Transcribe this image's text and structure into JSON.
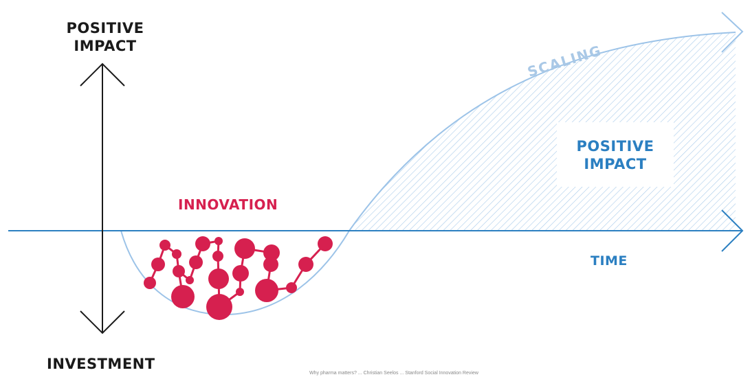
{
  "labels": {
    "positive_impact_axis": "POSITIVE IMPACT",
    "investment_axis": "INVESTMENT",
    "innovation": "INNOVATION",
    "scaling": "SCALING",
    "positive_impact_area": "POSITIVE IMPACT",
    "time_axis": "TIME"
  },
  "credit_line": "Why pharma matters? ... Christian Seelos ... Stanford Social Innovation Review",
  "colors": {
    "axis_dark": "#1a1a1a",
    "time_axis": "#2b7fc1",
    "curve": "#9cc3e8",
    "hatch": "#a9cbea",
    "innovation": "#d6204f",
    "scaling_text": "#a9c8e6"
  },
  "innovation_cluster": {
    "nodes": [
      [
        240,
        357,
        8
      ],
      [
        230,
        385,
        10
      ],
      [
        257,
        370,
        7
      ],
      [
        260,
        395,
        9
      ],
      [
        218,
        412,
        9
      ],
      [
        266,
        432,
        17
      ],
      [
        295,
        355,
        11
      ],
      [
        318,
        351,
        6
      ],
      [
        317,
        373,
        8
      ],
      [
        285,
        382,
        10
      ],
      [
        318,
        406,
        15
      ],
      [
        319,
        447,
        19
      ],
      [
        356,
        362,
        15
      ],
      [
        350,
        398,
        12
      ],
      [
        395,
        368,
        12
      ],
      [
        394,
        385,
        11
      ],
      [
        388,
        423,
        17
      ],
      [
        349,
        425,
        6
      ],
      [
        424,
        419,
        8
      ],
      [
        445,
        385,
        11
      ],
      [
        473,
        355,
        11
      ],
      [
        276,
        408,
        6
      ]
    ],
    "links": [
      [
        0,
        1
      ],
      [
        0,
        2
      ],
      [
        2,
        3
      ],
      [
        1,
        4
      ],
      [
        3,
        5
      ],
      [
        6,
        7
      ],
      [
        6,
        9
      ],
      [
        7,
        8
      ],
      [
        8,
        10
      ],
      [
        10,
        11
      ],
      [
        9,
        21
      ],
      [
        12,
        13
      ],
      [
        13,
        17
      ],
      [
        17,
        11
      ],
      [
        14,
        15
      ],
      [
        15,
        16
      ],
      [
        16,
        18
      ],
      [
        18,
        19
      ],
      [
        19,
        20
      ],
      [
        12,
        14
      ],
      [
        3,
        21
      ]
    ]
  }
}
